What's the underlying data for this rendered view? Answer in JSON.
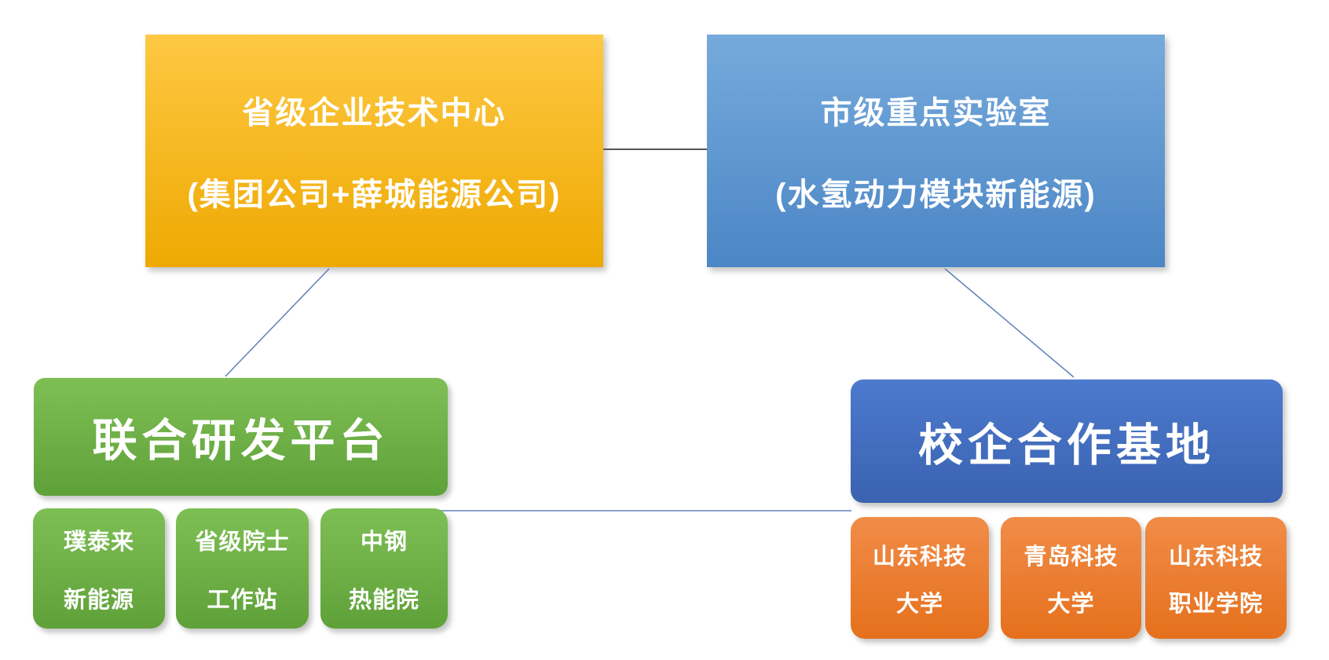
{
  "colors": {
    "yellow_top": "#FEC843",
    "yellow_bottom": "#EEA902",
    "lightblue_top": "#76AADC",
    "lightblue_bottom": "#4B86C5",
    "green_top": "#7EBF55",
    "green_bottom": "#5FA139",
    "darkblue_top": "#4D7ACE",
    "darkblue_bottom": "#3A62B0",
    "orange_top": "#F18C48",
    "orange_bottom": "#E5701C",
    "connector_blue": "#6484BC",
    "connector_dark": "#3D3D3D"
  },
  "nodes": {
    "provincial_center": {
      "line1": "省级企业技术中心",
      "line2": "(集团公司+薛城能源公司)"
    },
    "municipal_lab": {
      "line1": "市级重点实验室",
      "line2": "(水氢动力模块新能源)"
    },
    "joint_rd_platform": {
      "label": "联合研发平台"
    },
    "school_enterprise_base": {
      "label": "校企合作基地"
    },
    "rd_members": [
      {
        "line1": "璞泰来",
        "line2": "新能源"
      },
      {
        "line1": "省级院士",
        "line2": "工作站"
      },
      {
        "line1": "中钢",
        "line2": "热能院"
      }
    ],
    "base_members": [
      {
        "line1": "山东科技",
        "line2": "大学"
      },
      {
        "line1": "青岛科技",
        "line2": "大学"
      },
      {
        "line1": "山东科技",
        "line2": "职业学院"
      }
    ]
  },
  "connectors": [
    {
      "from": "省级企业技术中心",
      "to": "市级重点实验室"
    },
    {
      "from": "省级企业技术中心",
      "to": "联合研发平台"
    },
    {
      "from": "市级重点实验室",
      "to": "校企合作基地"
    },
    {
      "from": "联合研发平台",
      "to": "校企合作基地"
    }
  ]
}
